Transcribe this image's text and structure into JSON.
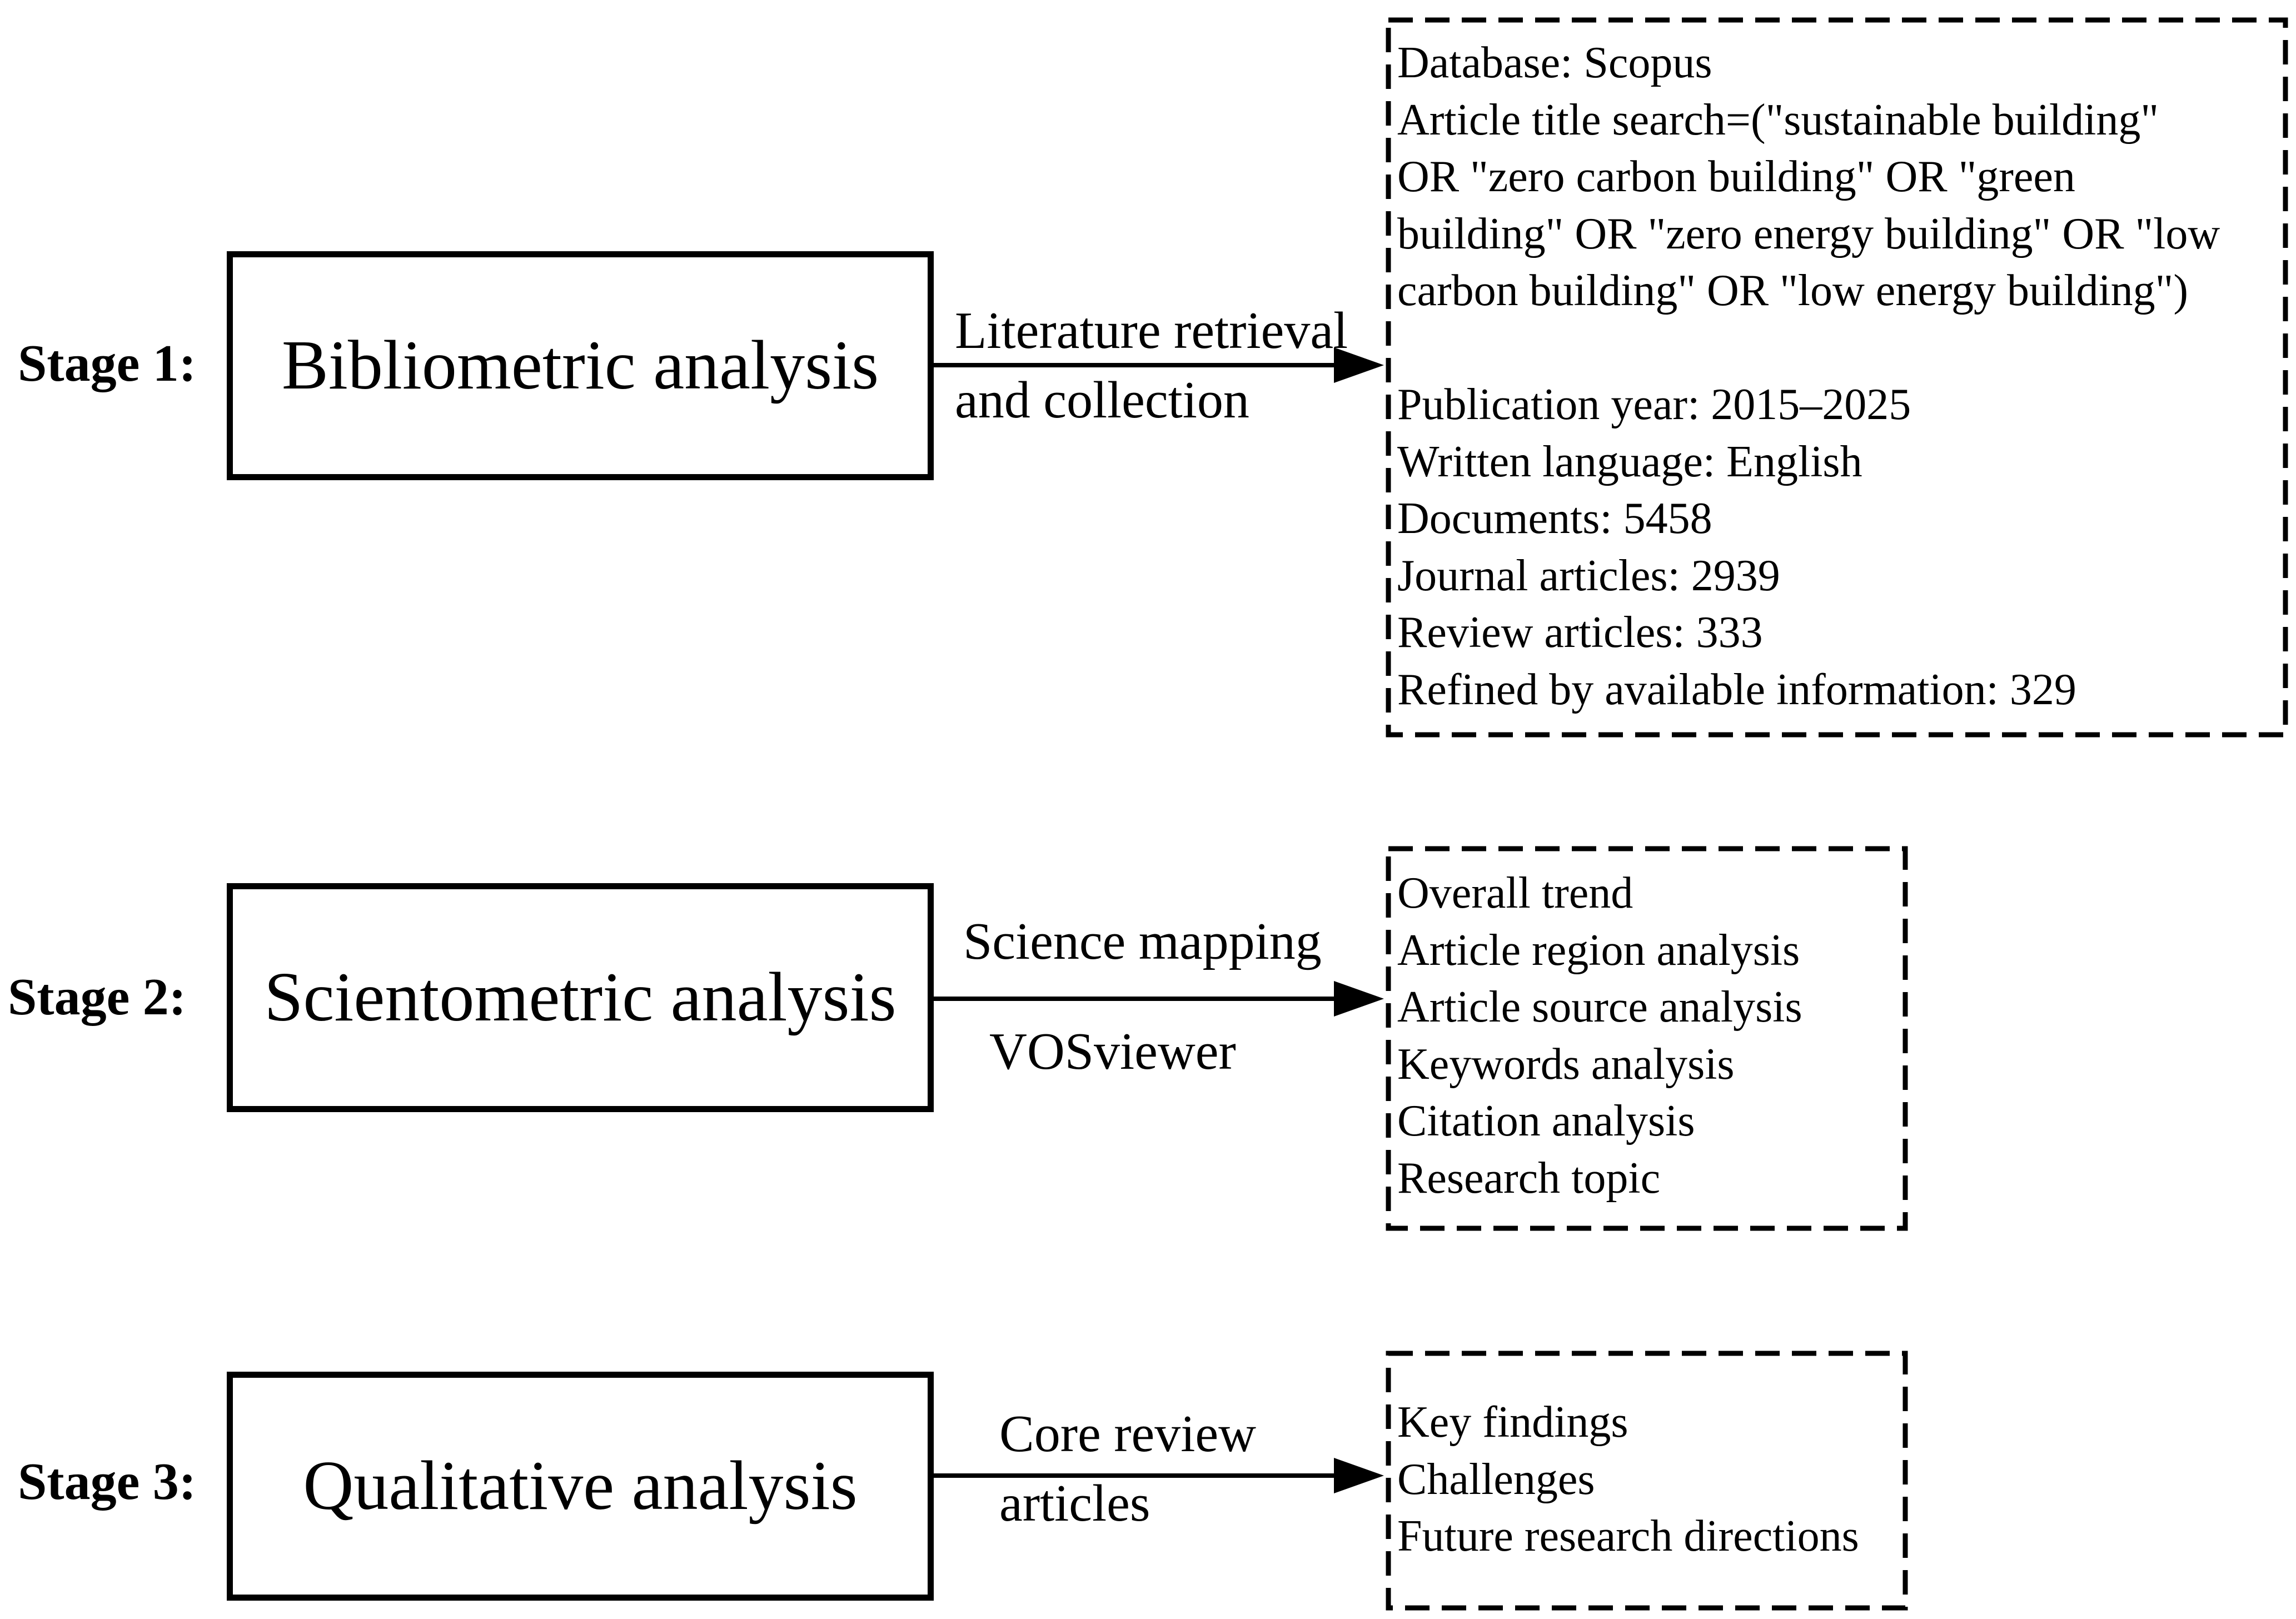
{
  "stages": [
    {
      "label": "Stage 1:",
      "box": "Bibliometric analysis",
      "arrow_text": [
        "Literature retrieval",
        "and collection"
      ],
      "details": [
        "Database: Scopus",
        "Article title search=(\"sustainable building\"",
        "OR \"zero carbon building\" OR \"green",
        "building\" OR \"zero energy building\" OR \"low",
        "carbon building\"  OR \"low energy building\")",
        "",
        "Publication year: 2015–2025",
        "Written language: English",
        "Documents: 5458",
        "Journal articles: 2939",
        "Review articles: 333",
        "Refined by available information: 329"
      ]
    },
    {
      "label": "Stage 2:",
      "box": "Scientometric analysis",
      "arrow_text": [
        "Science mapping",
        "VOSviewer"
      ],
      "details": [
        "Overall trend",
        "Article region analysis",
        "Article source analysis",
        "Keywords analysis",
        "Citation analysis",
        "Research topic"
      ]
    },
    {
      "label": "Stage 3:",
      "box": "Qualitative analysis",
      "arrow_text": [
        "Core review",
        "articles"
      ],
      "details": [
        "Key findings",
        "Challenges",
        "Future research directions"
      ]
    }
  ]
}
